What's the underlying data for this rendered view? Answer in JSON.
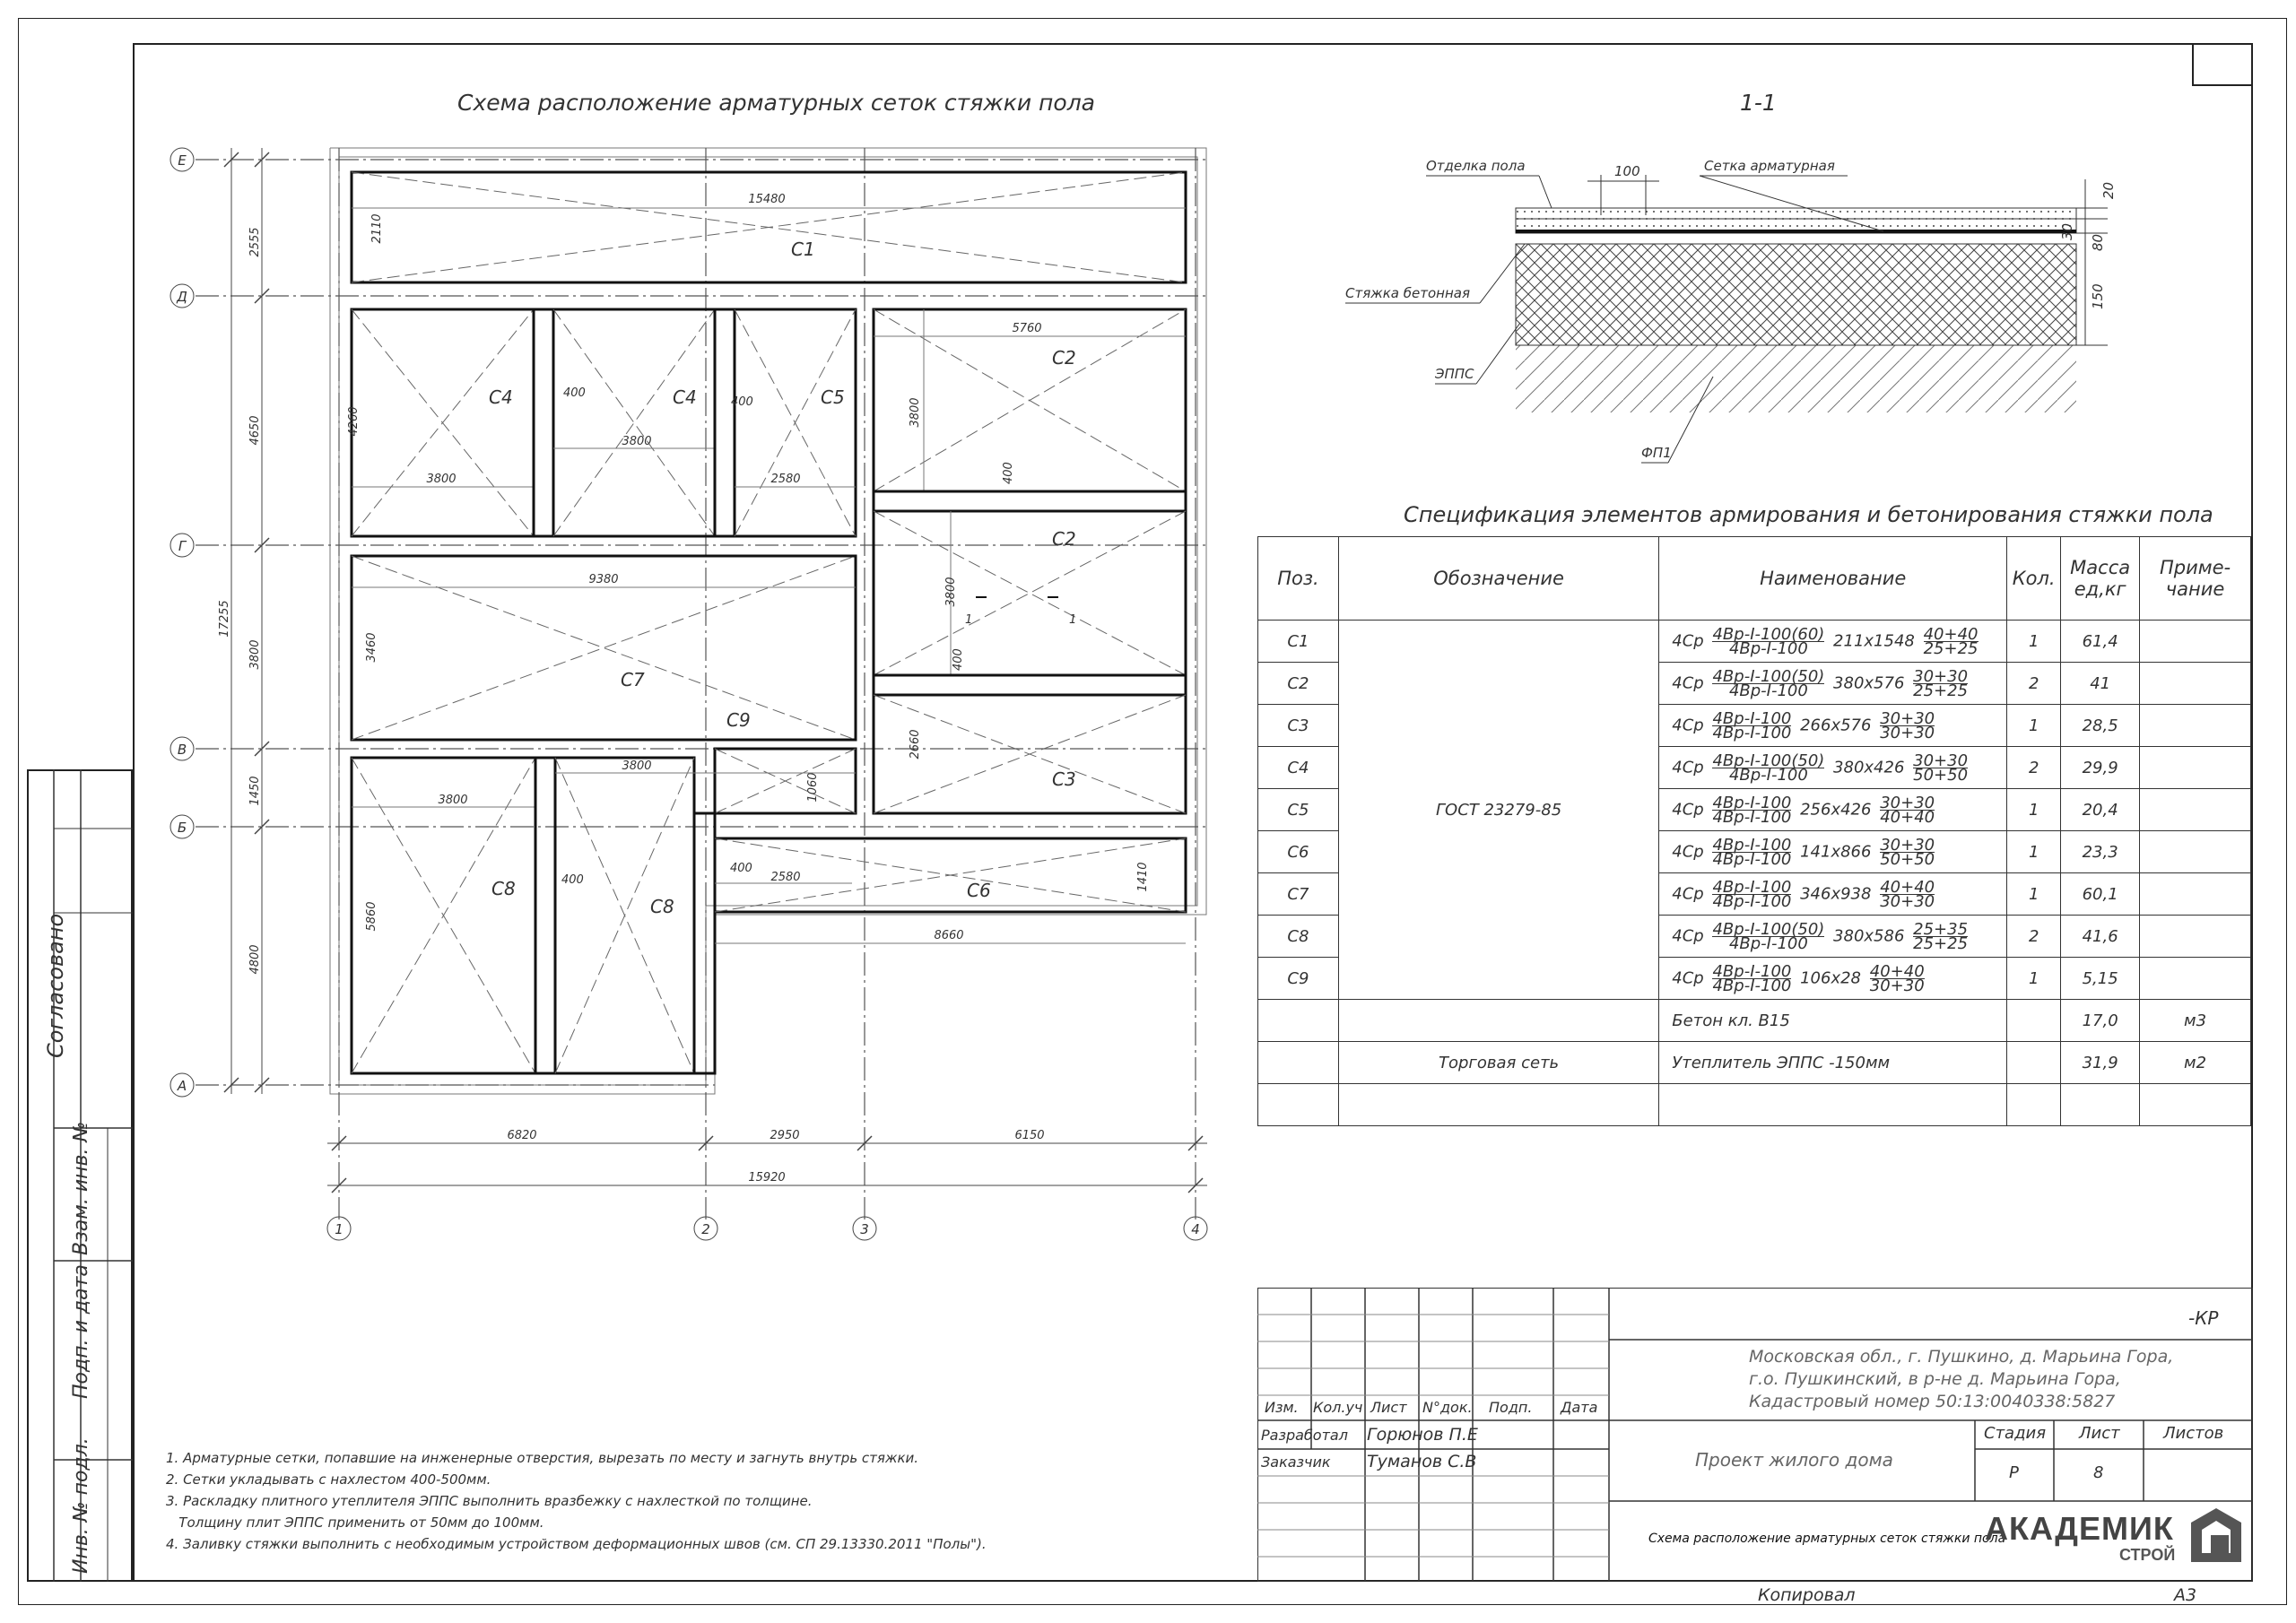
{
  "plan_title": "Схема расположение арматурных сеток стяжки пола",
  "section_title": "1-1",
  "section_labels": {
    "finish": "Отделка пола",
    "mesh": "Сетка арматурная",
    "screed": "Стяжка бетонная",
    "epps": "ЭППС",
    "fp": "ФП1",
    "dim_100": "100",
    "dim_20": "20",
    "dim_30": "30",
    "dim_80": "80",
    "dim_150": "150"
  },
  "axes_rows": [
    "Е",
    "Д",
    "Г",
    "В",
    "Б",
    "А"
  ],
  "axes_cols": [
    "1",
    "2",
    "3",
    "4"
  ],
  "row_dims": [
    "2555",
    "4650",
    "3800",
    "1450",
    "4800"
  ],
  "row_total": "17255",
  "col_dims": [
    "6820",
    "2950",
    "6150"
  ],
  "col_total": "15920",
  "mesh_labels": {
    "c1": "С1",
    "c2a": "С2",
    "c2b": "С2",
    "c3": "С3",
    "c4a": "С4",
    "c4b": "С4",
    "c5": "С5",
    "c6": "С6",
    "c7": "С7",
    "c8a": "С8",
    "c8b": "С8",
    "c9": "С9"
  },
  "mesh_dims": {
    "d15480": "15480",
    "d2110": "2110",
    "d5760": "5760",
    "d3800a": "3800",
    "d3800b": "3800",
    "d3800c": "3800",
    "d4260": "4260",
    "d400a": "400",
    "d400b": "400",
    "d400c": "400",
    "d2580a": "2580",
    "d9380": "9380",
    "d3460": "3460",
    "d3800d": "3800",
    "d400d": "400",
    "d2660": "2660",
    "d1060": "1060",
    "d3800e": "3800",
    "d3800f": "3800",
    "d5860": "5860",
    "d400e": "400",
    "d400f": "400",
    "d2580b": "2580",
    "d1410": "1410",
    "d8660": "8660",
    "cut": "1"
  },
  "spec": {
    "title": "Спецификация элементов армирования и бетонирования стяжки пола",
    "headers": [
      "Поз.",
      "Обозначение",
      "Наименование",
      "Кол.",
      "Масса ед,кг",
      "Приме-чание"
    ],
    "gost": "ГОСТ 23279-85",
    "rows": [
      {
        "pos": "С1",
        "pre": "4Ср",
        "top": "4Вр-I-100(60)",
        "bot": "4Вр-I-100",
        "size": "211х1548",
        "f1": "40+40",
        "f2": "25+25",
        "qty": "1",
        "mass": "61,4"
      },
      {
        "pos": "С2",
        "pre": "4Ср",
        "top": "4Вр-I-100(50)",
        "bot": "4Вр-I-100",
        "size": "380х576",
        "f1": "30+30",
        "f2": "25+25",
        "qty": "2",
        "mass": "41"
      },
      {
        "pos": "С3",
        "pre": "4Ср",
        "top": "4Вр-I-100",
        "bot": "4Вр-I-100",
        "size": "266х576",
        "f1": "30+30",
        "f2": "30+30",
        "qty": "1",
        "mass": "28,5"
      },
      {
        "pos": "С4",
        "pre": "4Ср",
        "top": "4Вр-I-100(50)",
        "bot": "4Вр-I-100",
        "size": "380х426",
        "f1": "30+30",
        "f2": "50+50",
        "qty": "2",
        "mass": "29,9"
      },
      {
        "pos": "С5",
        "pre": "4Ср",
        "top": "4Вр-I-100",
        "bot": "4Вр-I-100",
        "size": "256х426",
        "f1": "30+30",
        "f2": "40+40",
        "qty": "1",
        "mass": "20,4"
      },
      {
        "pos": "С6",
        "pre": "4Ср",
        "top": "4Вр-I-100",
        "bot": "4Вр-I-100",
        "size": "141х866",
        "f1": "30+30",
        "f2": "50+50",
        "qty": "1",
        "mass": "23,3"
      },
      {
        "pos": "С7",
        "pre": "4Ср",
        "top": "4Вр-I-100",
        "bot": "4Вр-I-100",
        "size": "346х938",
        "f1": "40+40",
        "f2": "30+30",
        "qty": "1",
        "mass": "60,1"
      },
      {
        "pos": "С8",
        "pre": "4Ср",
        "top": "4Вр-I-100(50)",
        "bot": "4Вр-I-100",
        "size": "380х586",
        "f1": "25+35",
        "f2": "25+25",
        "qty": "2",
        "mass": "41,6"
      },
      {
        "pos": "С9",
        "pre": "4Ср",
        "top": "4Вр-I-100",
        "bot": "4Вр-I-100",
        "size": "106х28",
        "f1": "40+40",
        "f2": "30+30",
        "qty": "1",
        "mass": "5,15"
      }
    ],
    "concrete": {
      "name": "Бетон кл. В15",
      "mass": "17,0",
      "note": "м3"
    },
    "insulation": {
      "designation": "Торговая сеть",
      "name": "Утеплитель ЭППС -150мм",
      "mass": "31,9",
      "note": "м2"
    }
  },
  "notes": [
    "1. Арматурные сетки, попавшие на инженерные отверстия, вырезать по месту и загнуть внутрь стяжки.",
    "2. Сетки укладывать с нахлестом 400-500мм.",
    "3. Раскладку плитного утеплителя ЭППС выполнить вразбежку с нахлесткой по толщине.",
    "   Толщину плит ЭППС применить от 50мм до 100мм.",
    "4. Заливку стяжки выполнить с необходимым устройством деформационных швов (см. СП 29.13330.2011 \"Полы\")."
  ],
  "side_stamps": [
    "Согласовано",
    "Взам. инв. №",
    "Подп. и дата",
    "Инв. № подл."
  ],
  "title_block": {
    "code": "-КР",
    "address1": "Московская обл., г. Пушкино, д. Марьина Гора,",
    "address2": "г.о. Пушкинский, в р-не д. Марьина Гора,",
    "address3": "Кадастровый номер 50:13:0040338:5827",
    "col_headers": [
      "Изм.",
      "Кол.уч",
      "Лист",
      "N°док.",
      "Подп.",
      "Дата"
    ],
    "developer_label": "Разработал",
    "developer": "Горюнов П.Е",
    "customer_label": "Заказчик",
    "customer": "Туманов С.В",
    "project": "Проект жилого дома",
    "stage_label": "Стадия",
    "sheet_label": "Лист",
    "sheets_label": "Листов",
    "stage": "Р",
    "sheet": "8",
    "sheet_name": "Схема расположение арматурных сеток стяжки пола",
    "logo_main": "АКАДЕМИК",
    "logo_sub": "СТРОЙ",
    "copied": "Копировал",
    "format": "А3"
  }
}
